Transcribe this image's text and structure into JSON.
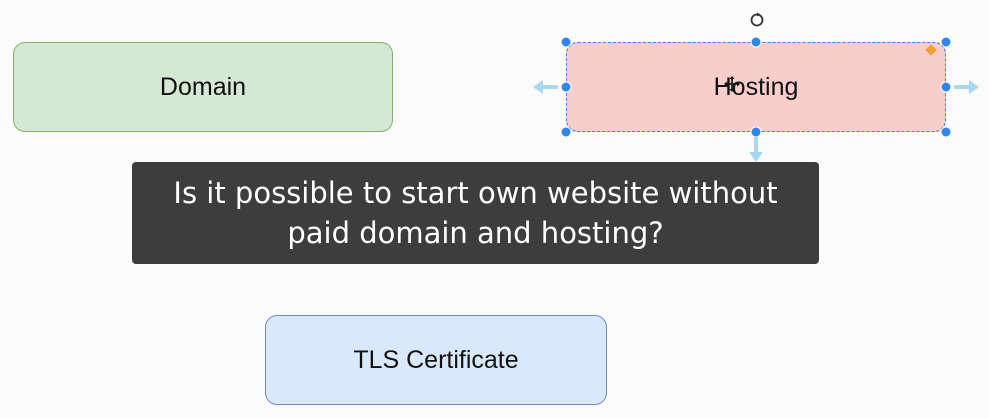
{
  "diagram": {
    "nodes": {
      "domain": {
        "label": "Domain"
      },
      "hosting": {
        "label": "Hosting"
      },
      "tls": {
        "label": "TLS Certificate"
      }
    }
  },
  "caption": {
    "line1": "Is it possible to start own website without",
    "line2": "paid domain and hosting?"
  },
  "icons": {
    "rotate": "rotate-icon",
    "cursor": "move-cursor-icon",
    "arrows": "connection-arrow-icon"
  },
  "colors": {
    "domain_fill": "#d5e8d4",
    "domain_stroke": "#82b366",
    "hosting_fill": "#f8cecc",
    "hosting_stroke": "#b85450",
    "tls_fill": "#dae8fc",
    "tls_stroke": "#6c8ebf",
    "selection": "#2f86f0",
    "caption_bg": "#373737"
  }
}
